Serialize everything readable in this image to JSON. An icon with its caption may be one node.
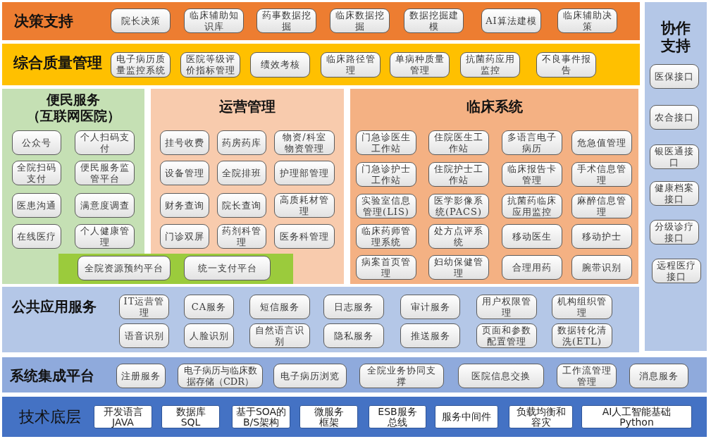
{
  "diagram": {
    "nodes": [
      {
        "text": [
          "决策支持"
        ]
      },
      {
        "text": [
          "院长决策"
        ],
        "in": 0
      },
      {
        "text": [
          "临床辅助知识库"
        ],
        "in": 0
      },
      {
        "text": [
          "药事数据挖掘"
        ],
        "in": 0
      },
      {
        "text": [
          "临床数据挖掘"
        ],
        "in": 0
      },
      {
        "text": [
          "数据挖掘建模"
        ],
        "in": 0
      },
      {
        "text": [
          "AI算法建模"
        ],
        "in": 0
      },
      {
        "text": [
          "临床辅助决策"
        ],
        "in": 0
      },
      {
        "text": [
          "综合质量管理"
        ]
      },
      {
        "text": [
          "电子病历质量监控系统"
        ],
        "in": 8
      },
      {
        "text": [
          "医院等级评价指标管理"
        ],
        "in": 8
      },
      {
        "text": [
          "绩效考核"
        ],
        "in": 8
      },
      {
        "text": [
          "临床路径管理"
        ],
        "in": 8
      },
      {
        "text": [
          "单病种质量管理"
        ],
        "in": 8
      },
      {
        "text": [
          "抗菌药应用监控"
        ],
        "in": 8
      },
      {
        "text": [
          "不良事件报告"
        ],
        "in": 8
      },
      {
        "text": [
          "协作支持"
        ]
      },
      {
        "text": [
          "医保接口"
        ],
        "in": 16
      },
      {
        "text": [
          "农合接口"
        ],
        "in": 16
      },
      {
        "text": [
          "银医通接口"
        ],
        "in": 16
      },
      {
        "text": [
          "健康档案接口"
        ],
        "in": 16
      },
      {
        "text": [
          "分级诊疗接口"
        ],
        "in": 16
      },
      {
        "text": [
          "远程医疗接口"
        ],
        "in": 16
      },
      {
        "text": [
          "便民服务（互联网医院）"
        ]
      },
      {
        "text": [
          "公众号"
        ],
        "in": 23
      },
      {
        "text": [
          "个人扫码支付"
        ],
        "in": 23
      },
      {
        "text": [
          "全院扫码支付"
        ],
        "in": 23
      },
      {
        "text": [
          "便民服务监管平台"
        ],
        "in": 23
      },
      {
        "text": [
          "医患沟通"
        ],
        "in": 23
      },
      {
        "text": [
          "满意度调查"
        ],
        "in": 23
      },
      {
        "text": [
          "在线医疗"
        ],
        "in": 23
      },
      {
        "text": [
          "个人健康管理"
        ],
        "in": 23
      },
      {
        "text": [
          "运营管理"
        ]
      },
      {
        "text": [
          "挂号收费"
        ],
        "in": 32
      },
      {
        "text": [
          "药房药库"
        ],
        "in": 32
      },
      {
        "text": [
          "物资/科室物资管理"
        ],
        "in": 32
      },
      {
        "text": [
          "设备管理"
        ],
        "in": 32
      },
      {
        "text": [
          "全院排班"
        ],
        "in": 32
      },
      {
        "text": [
          "护理部管理"
        ],
        "in": 32
      },
      {
        "text": [
          "财务查询"
        ],
        "in": 32
      },
      {
        "text": [
          "院长查询"
        ],
        "in": 32
      },
      {
        "text": [
          "高质耗材管理"
        ],
        "in": 32
      },
      {
        "text": [
          "门诊双屏"
        ],
        "in": 32
      },
      {
        "text": [
          "药剂科管理"
        ],
        "in": 32
      },
      {
        "text": [
          "医务科管理"
        ],
        "in": 32
      },
      {
        "text": [
          "临床系统"
        ]
      },
      {
        "text": [
          "门急诊医生工作站"
        ],
        "in": 45
      },
      {
        "text": [
          "住院医生工作站"
        ],
        "in": 45
      },
      {
        "text": [
          "多语言电子病历"
        ],
        "in": 45
      },
      {
        "text": [
          "危急值管理"
        ],
        "in": 45
      },
      {
        "text": [
          "门急诊护士工作站"
        ],
        "in": 45
      },
      {
        "text": [
          "住院护士工作站"
        ],
        "in": 45
      },
      {
        "text": [
          "临床报告卡管理"
        ],
        "in": 45
      },
      {
        "text": [
          "手术信息管理"
        ],
        "in": 45
      },
      {
        "text": [
          "实验室信息管理(LIS)"
        ],
        "in": 45
      },
      {
        "text": [
          "医学影像系统(PACS)"
        ],
        "in": 45
      },
      {
        "text": [
          "抗菌药临床应用监控"
        ],
        "in": 45
      },
      {
        "text": [
          "麻醉信息管理"
        ],
        "in": 45
      },
      {
        "text": [
          "临床药师管理系统"
        ],
        "in": 45
      },
      {
        "text": [
          "处方点评系统"
        ],
        "in": 45
      },
      {
        "text": [
          "移动医生"
        ],
        "in": 45
      },
      {
        "text": [
          "移动护士"
        ],
        "in": 45
      },
      {
        "text": [
          "病案首页管理"
        ],
        "in": 45
      },
      {
        "text": [
          "妇幼保健管理"
        ],
        "in": 45
      },
      {
        "text": [
          "合理用药"
        ],
        "in": 45
      },
      {
        "text": [
          "腕带识别"
        ],
        "in": 45
      },
      {
        "text": [],
        "shape": "box"
      },
      {
        "text": [
          "全院资源预约平台"
        ],
        "in": 66
      },
      {
        "text": [
          "统一支付平台"
        ],
        "in": 66
      },
      {
        "text": [
          "公共应用服务"
        ]
      },
      {
        "text": [
          "IT运营管理"
        ],
        "in": 69
      },
      {
        "text": [
          "CA服务"
        ],
        "in": 69
      },
      {
        "text": [
          "短信服务"
        ],
        "in": 69
      },
      {
        "text": [
          "日志服务"
        ],
        "in": 69
      },
      {
        "text": [
          "审计服务"
        ],
        "in": 69
      },
      {
        "text": [
          "用户权限管理"
        ],
        "in": 69
      },
      {
        "text": [
          "机构组织管理"
        ],
        "in": 69
      },
      {
        "text": [
          "语音识别"
        ],
        "in": 69
      },
      {
        "text": [
          "人脸识别"
        ],
        "in": 69
      },
      {
        "text": [
          "自然语言识别"
        ],
        "in": 69
      },
      {
        "text": [
          "隐私服务"
        ],
        "in": 69
      },
      {
        "text": [
          "推送服务"
        ],
        "in": 69
      },
      {
        "text": [
          "页面和参数配置管理"
        ],
        "in": 69
      },
      {
        "text": [
          "数据转化清洗(ETL)"
        ],
        "in": 69
      },
      {
        "text": [
          "系统集成平台"
        ]
      },
      {
        "text": [
          "注册服务"
        ],
        "in": 84
      },
      {
        "text": [
          "电子病历与临床数据存储（CDR）"
        ],
        "in": 84
      },
      {
        "text": [
          "电子病历浏览"
        ],
        "in": 84
      },
      {
        "text": [
          "全院业务协同支撑"
        ],
        "in": 84
      },
      {
        "text": [
          "医院信息交换"
        ],
        "in": 84
      },
      {
        "text": [
          "工作流管理管理"
        ],
        "in": 84
      },
      {
        "text": [
          "消息服务"
        ],
        "in": 84
      },
      {
        "text": [
          "技术底层"
        ]
      },
      {
        "text": [
          "开发语言 JAVA"
        ],
        "in": 92
      },
      {
        "text": [
          "数据库 SQL"
        ],
        "in": 92
      },
      {
        "text": [
          "基于SOA的B/S架构"
        ],
        "in": 92
      },
      {
        "text": [
          "微服务框架"
        ],
        "in": 92
      },
      {
        "text": [
          "ESB服务总线"
        ],
        "in": 92
      },
      {
        "text": [
          "服务中间件"
        ],
        "in": 92
      },
      {
        "text": [
          "负载均衡和容灾"
        ],
        "in": 92
      },
      {
        "text": [
          "AI人工智能基础 Python"
        ],
        "in": 92
      }
    ]
  }
}
